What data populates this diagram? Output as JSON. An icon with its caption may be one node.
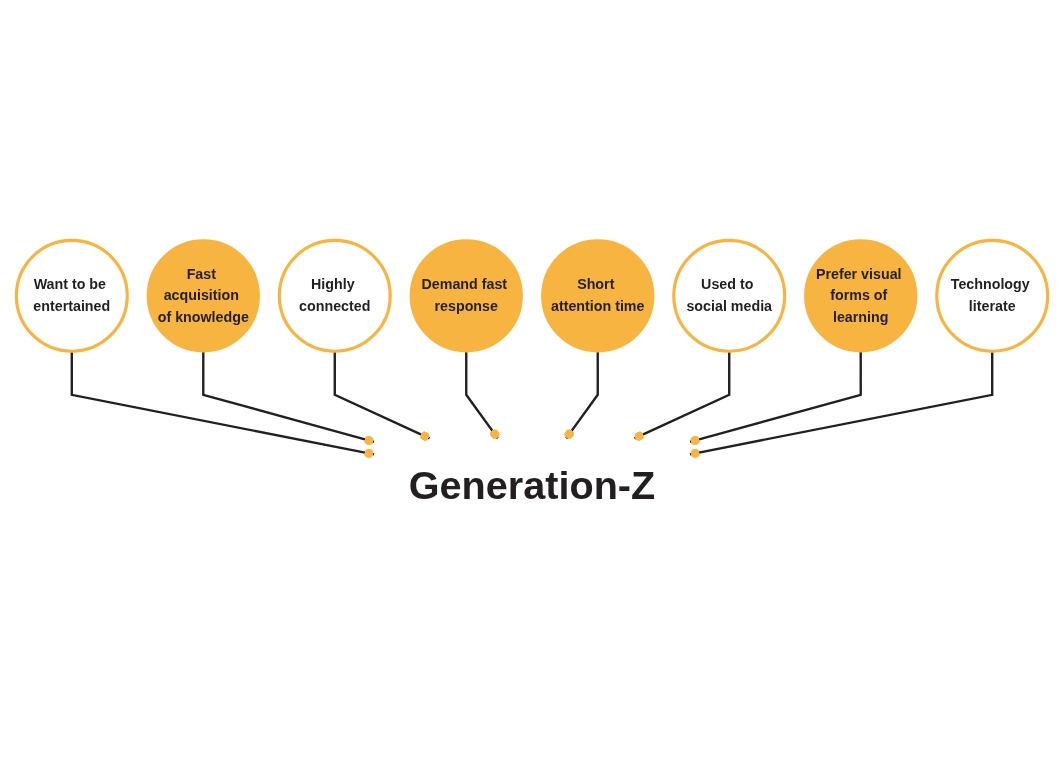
{
  "diagram": {
    "nodes": [
      {
        "text": [
          "Want to be entertained"
        ]
      },
      {
        "text": [
          "Fast acquisition of knowledge"
        ]
      },
      {
        "text": [
          "Highly connected"
        ]
      },
      {
        "text": [
          "Demand fast response"
        ]
      },
      {
        "text": [
          "Generation-Z"
        ]
      },
      {
        "text": [
          "Short attention time"
        ]
      },
      {
        "text": [
          "Used to social media"
        ]
      },
      {
        "text": [
          "Prefer visual forms of learning"
        ]
      },
      {
        "text": [
          "Technology literate"
        ]
      }
    ],
    "edges": [
      {
        "from": 0,
        "to": 4,
        "arrow": "other"
      },
      {
        "from": 1,
        "to": 4,
        "arrow": "other"
      },
      {
        "from": 2,
        "to": 4,
        "arrow": "other"
      },
      {
        "from": 3,
        "to": 4,
        "arrow": "other"
      },
      {
        "from": 5,
        "to": 4,
        "arrow": "other"
      },
      {
        "from": 6,
        "to": 4,
        "arrow": "other"
      },
      {
        "from": 7,
        "to": 4,
        "arrow": "other"
      },
      {
        "from": 8,
        "to": 4,
        "arrow": "other"
      }
    ]
  }
}
